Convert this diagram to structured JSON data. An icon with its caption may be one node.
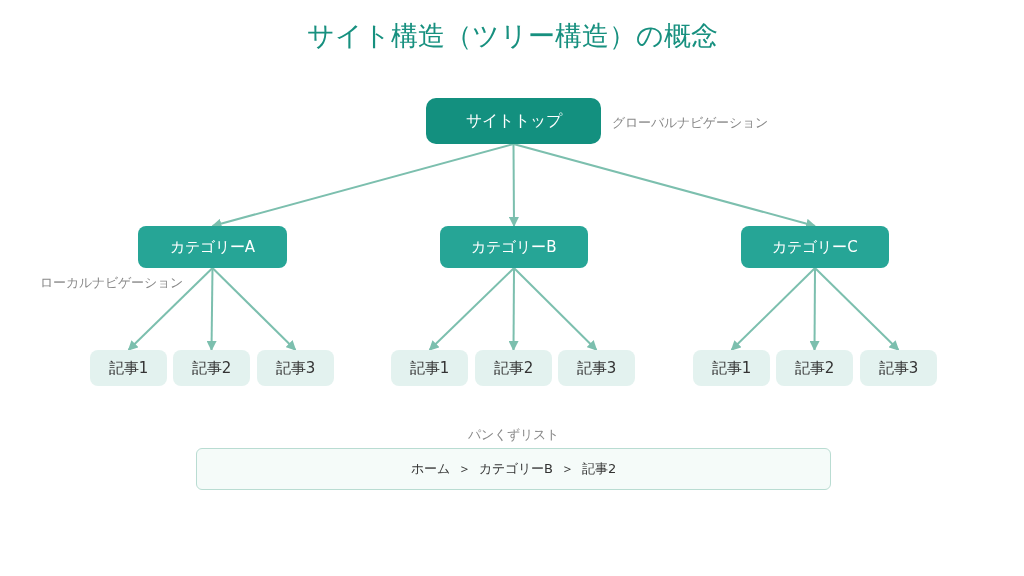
{
  "diagram": {
    "title": "サイト構造（ツリー構造）の概念",
    "nodes": [
      {
        "text": [
          "サイトトップ"
        ],
        "beside": [
          "グローバルナビゲーション"
        ]
      },
      {
        "text": [
          "カテゴリーA"
        ],
        "beside": [
          "ローカルナビゲーション"
        ]
      },
      {
        "text": [
          "カテゴリーB"
        ]
      },
      {
        "text": [
          "カテゴリーC"
        ]
      },
      {
        "text": [
          "記事1"
        ]
      },
      {
        "text": [
          "記事2"
        ]
      },
      {
        "text": [
          "記事3"
        ]
      },
      {
        "text": [
          "記事1"
        ]
      },
      {
        "text": [
          "記事2"
        ]
      },
      {
        "text": [
          "記事3"
        ]
      },
      {
        "text": [
          "記事1"
        ]
      },
      {
        "text": [
          "記事2"
        ]
      },
      {
        "text": [
          "記事3"
        ]
      },
      {
        "text": [
          "パンくずリスト",
          "ホーム ＞ カテゴリーB ＞ 記事2"
        ]
      }
    ],
    "edges": [
      {
        "from": 0,
        "to": 1,
        "arrow": "to"
      },
      {
        "from": 0,
        "to": 2,
        "arrow": "to"
      },
      {
        "from": 0,
        "to": 3,
        "arrow": "to"
      },
      {
        "from": 1,
        "to": 4,
        "arrow": "to"
      },
      {
        "from": 1,
        "to": 5,
        "arrow": "to"
      },
      {
        "from": 1,
        "to": 6,
        "arrow": "to"
      },
      {
        "from": 2,
        "to": 7,
        "arrow": "to"
      },
      {
        "from": 2,
        "to": 8,
        "arrow": "to"
      },
      {
        "from": 2,
        "to": 9,
        "arrow": "to"
      },
      {
        "from": 3,
        "to": 10,
        "arrow": "to"
      },
      {
        "from": 3,
        "to": 11,
        "arrow": "to"
      },
      {
        "from": 3,
        "to": 12,
        "arrow": "to"
      }
    ]
  }
}
